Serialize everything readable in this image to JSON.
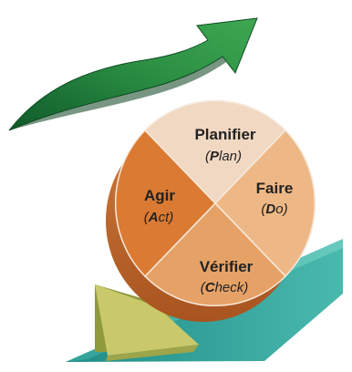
{
  "quadrants": {
    "plan": {
      "title": "Planifier",
      "sub_open": "(",
      "sub_initial": "P",
      "sub_rest": "lan)",
      "color": "#f1d8c3"
    },
    "do": {
      "title": "Faire",
      "sub_open": "(",
      "sub_initial": "D",
      "sub_rest": "o)",
      "color": "#eeb886"
    },
    "check": {
      "title": "Vérifier",
      "sub_open": "(",
      "sub_initial": "C",
      "sub_rest": "heck)",
      "color": "#e6a266"
    },
    "act": {
      "title": "Agir",
      "sub_open": "(",
      "sub_initial": "A",
      "sub_rest": "ct)",
      "color": "#db7a32"
    }
  },
  "colors": {
    "wheel_side": "#c4672a",
    "ramp": "#2a9c92",
    "wedge": "#c8c868",
    "arrow": "#1f7a3c"
  },
  "icons": {
    "arrow": "growth-arrow-icon",
    "ramp": "ramp-icon",
    "wedge": "wedge-stopper-icon"
  }
}
